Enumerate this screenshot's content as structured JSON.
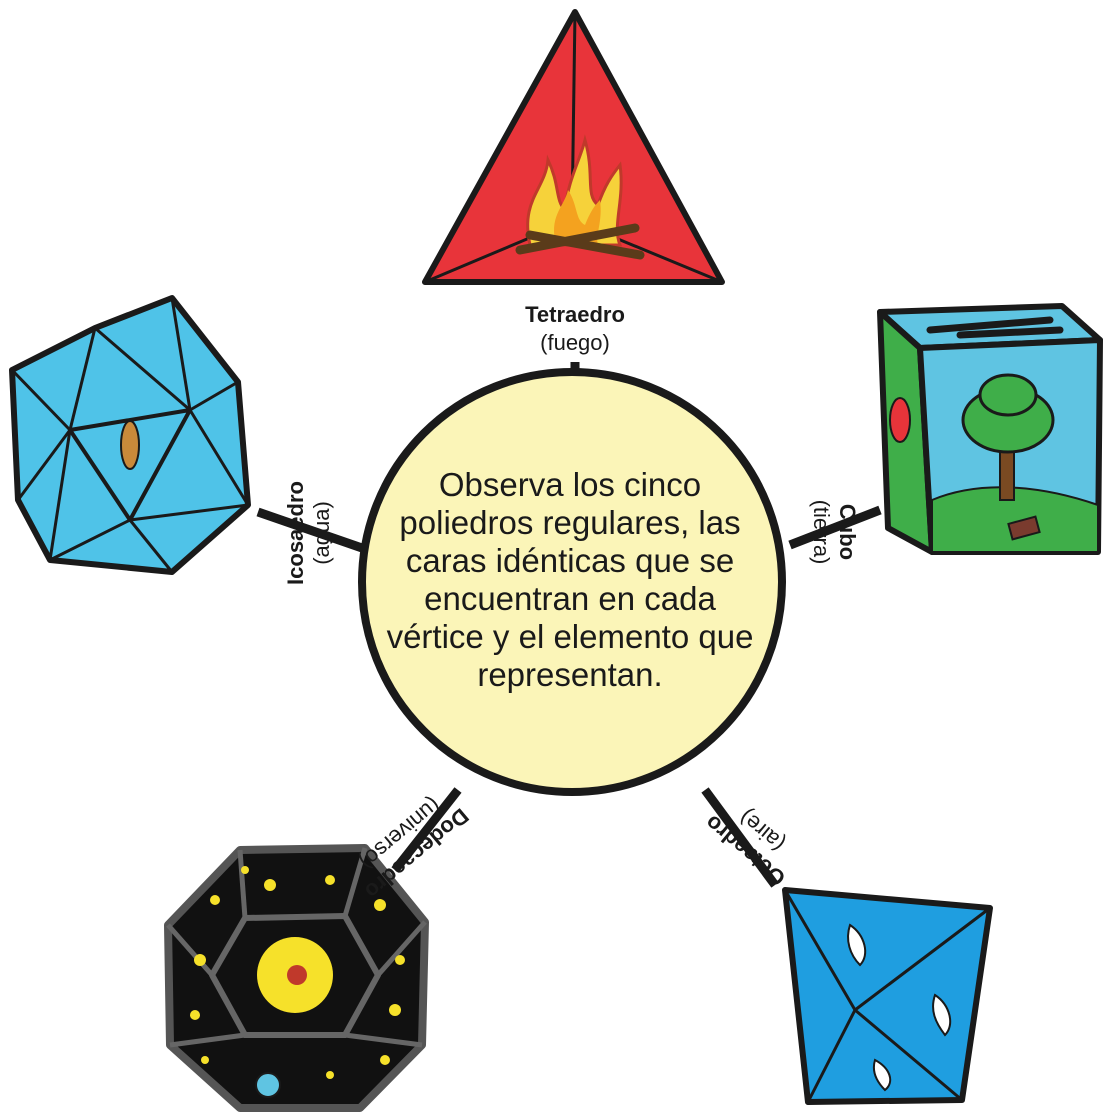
{
  "center": {
    "text": "Observa los cinco poliedros regulares, las caras idénticas que se encuentran en cada vértice y el elemento que representan."
  },
  "solids": [
    {
      "name": "Tetraedro",
      "element": "(fuego)",
      "color": "#e8343a"
    },
    {
      "name": "Cubo",
      "element": "(tierra)",
      "color": "#3fae49"
    },
    {
      "name": "Octaedro",
      "element": "(aire)",
      "color": "#1f9ee0"
    },
    {
      "name": "Dodecaedro",
      "element": "(universo)",
      "color": "#111111"
    },
    {
      "name": "Icosaedro",
      "element": "(agua)",
      "color": "#4fc3e8"
    }
  ],
  "colors": {
    "center_fill": "#fbf5b8",
    "outline": "#1a1a1a"
  }
}
